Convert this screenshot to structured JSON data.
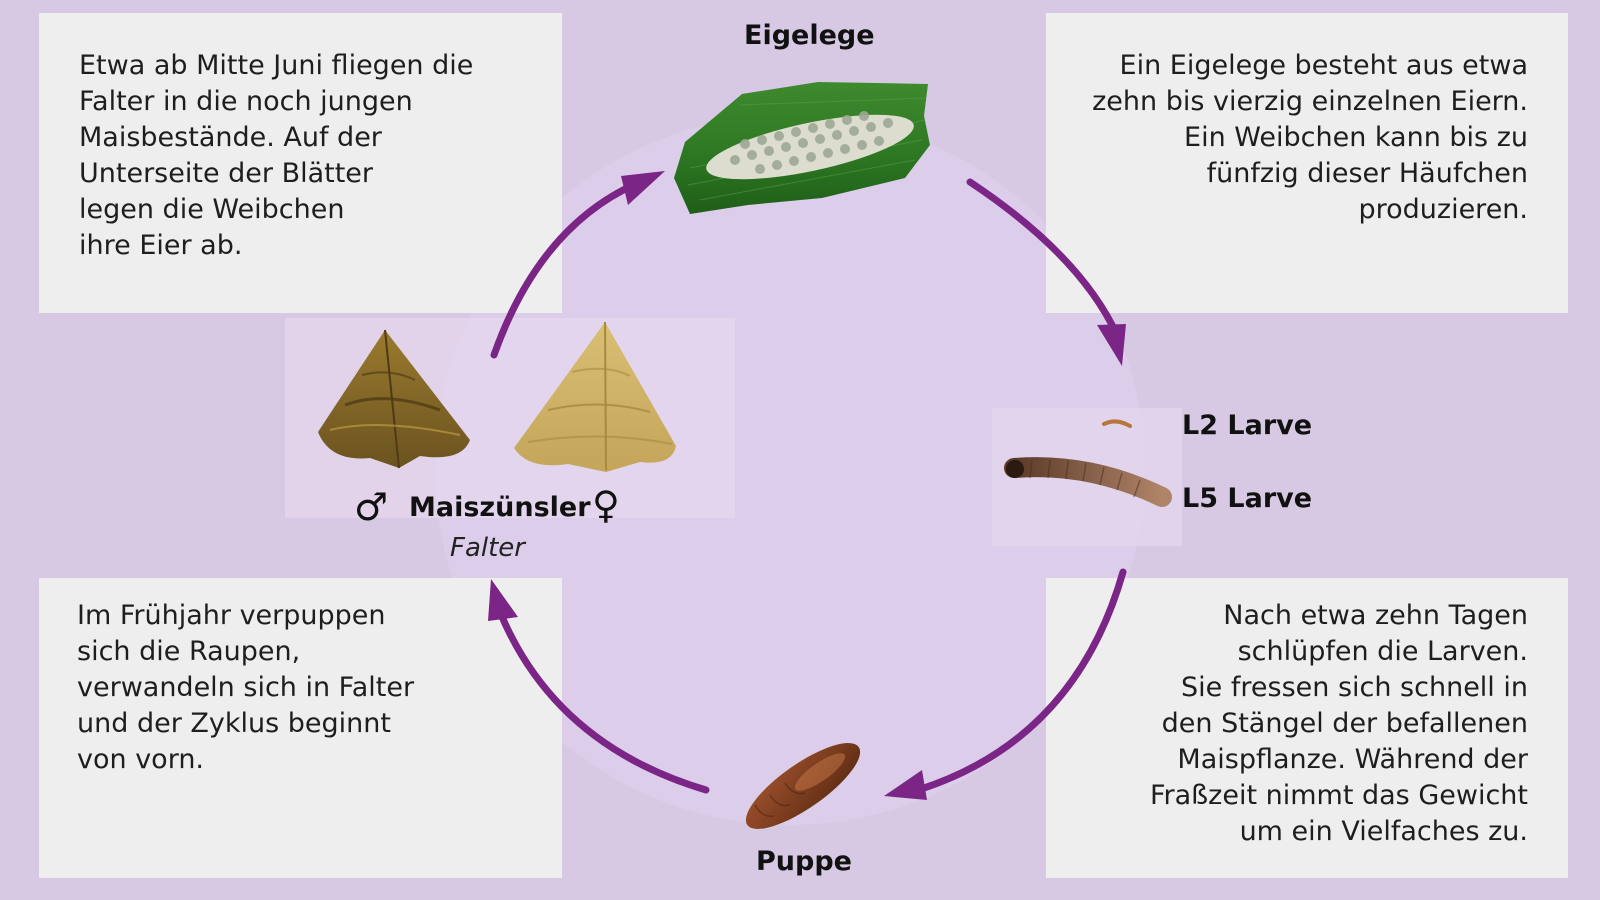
{
  "colors": {
    "background": "#d7c8e3",
    "circle": "#dccdea",
    "panel": "#eeeeee",
    "arrow": "#7b2586"
  },
  "stages": {
    "egg": "Eigelege",
    "larva_l2": "L2 Larve",
    "larva_l5": "L5 Larve",
    "pupa": "Puppe",
    "moth": "Maiszünsler",
    "moth_sub": "Falter",
    "male_symbol": "♂",
    "female_symbol": "♀"
  },
  "texts": {
    "top_left": "Etwa ab Mitte Juni fliegen die\nFalter in die noch jungen\nMaisbestände. Auf der\nUnterseite der Blätter\nlegen die Weibchen\nihre Eier ab.",
    "top_right": "Ein Eigelege besteht aus etwa\nzehn bis vierzig einzelnen Eiern.\nEin Weibchen kann bis zu\nfünfzig dieser Häufchen\nproduzieren.",
    "bottom_left": "Im Frühjahr verpuppen\nsich die Raupen,\nverwandeln sich in Falter\nund der Zyklus beginnt\nvon vorn.",
    "bottom_right": "Nach etwa zehn Tagen\nschlüpfen die Larven.\nSie fressen sich schnell in\nden Stängel der befallenen\nMaispflanze. Während der\nFraßzeit nimmt das Gewicht\num ein Vielfaches zu."
  }
}
